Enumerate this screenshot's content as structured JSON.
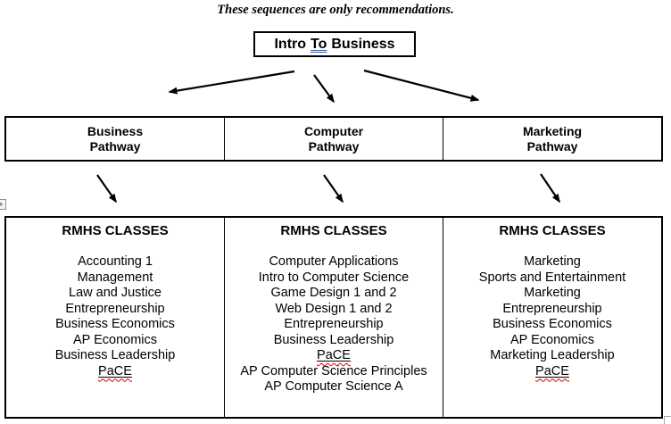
{
  "caption": "These sequences are only recommendations.",
  "intro": {
    "word1": "Intro",
    "word2": "To",
    "word3": "Business"
  },
  "pathway_row": {
    "cells": [
      {
        "label": "Business\nPathway"
      },
      {
        "label": "Computer\nPathway"
      },
      {
        "label": "Marketing\nPathway"
      }
    ]
  },
  "classes": {
    "header": "RMHS CLASSES",
    "columns": [
      {
        "items": [
          "Accounting 1",
          "Management",
          "Law and Justice",
          "Entrepreneurship",
          "Business Economics",
          "AP Economics",
          "Business Leadership",
          "PaCE"
        ]
      },
      {
        "items": [
          "Computer Applications",
          "Intro to Computer Science",
          "Game Design 1 and 2",
          "Web Design 1 and 2",
          "Entrepreneurship",
          "Business Leadership",
          "PaCE",
          "AP Computer Science Principles",
          "AP Computer Science A"
        ]
      },
      {
        "items": [
          "Marketing",
          "Sports and Entertainment",
          "Marketing",
          "Entrepreneurship",
          "Business Economics",
          "AP Economics",
          "Marketing Leadership",
          "PaCE"
        ]
      }
    ]
  },
  "proofing": {
    "misspelled_words": [
      "PaCE"
    ],
    "spell_underline_color": "#e00000",
    "grammar_underline_color": "#2f5fde"
  },
  "icons": {
    "table_select_handle": "+"
  },
  "colors": {
    "border": "#000000",
    "background": "#ffffff",
    "text": "#000000",
    "handle_gray": "#a8a8a8"
  }
}
